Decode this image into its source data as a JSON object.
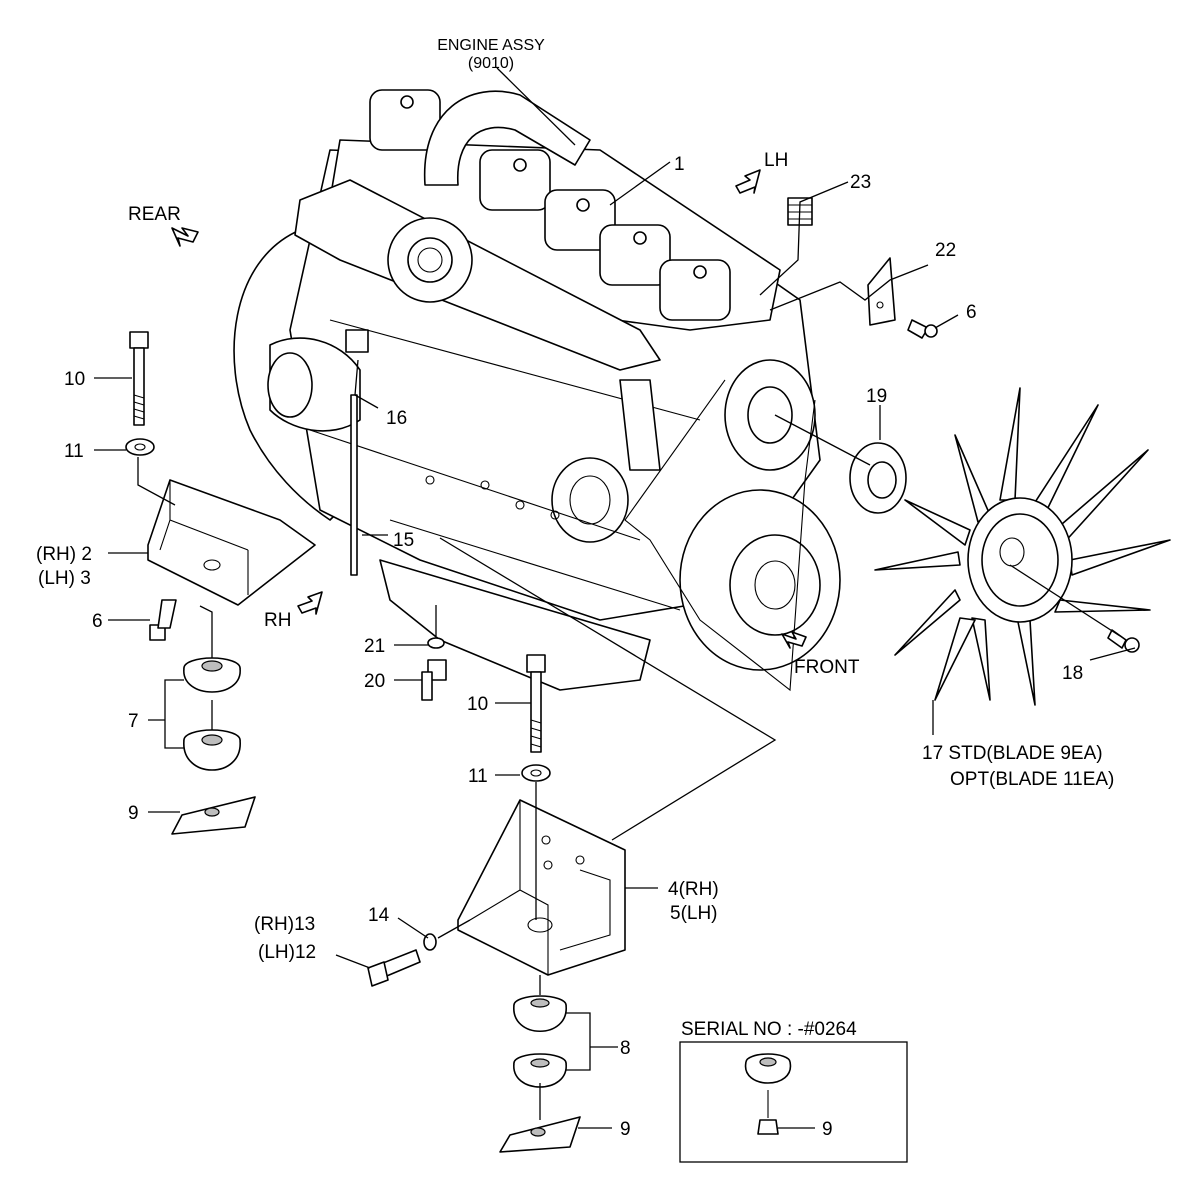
{
  "header": {
    "title": "ENGINE ASSY",
    "code": "(9010)"
  },
  "directions": {
    "rear": "REAR",
    "lh": "LH",
    "rh": "RH",
    "front": "FRONT"
  },
  "callouts": {
    "c1": "1",
    "c2": "(RH) 2",
    "c3": "(LH) 3",
    "c4": "4(RH)",
    "c5": "5(LH)",
    "c6a": "6",
    "c6b": "6",
    "c7": "7",
    "c8": "8",
    "c9a": "9",
    "c9b": "9",
    "c9c": "9",
    "c10a": "10",
    "c10b": "10",
    "c11a": "11",
    "c11b": "11",
    "c12": "(LH)12",
    "c13": "(RH)13",
    "c14": "14",
    "c15": "15",
    "c16": "16",
    "c17a": "17 STD(BLADE 9EA)",
    "c17b": "OPT(BLADE 11EA)",
    "c18": "18",
    "c19": "19",
    "c20": "20",
    "c21": "21",
    "c22": "22",
    "c23": "23"
  },
  "serial_box": {
    "label": "SERIAL NO : -#0264"
  }
}
